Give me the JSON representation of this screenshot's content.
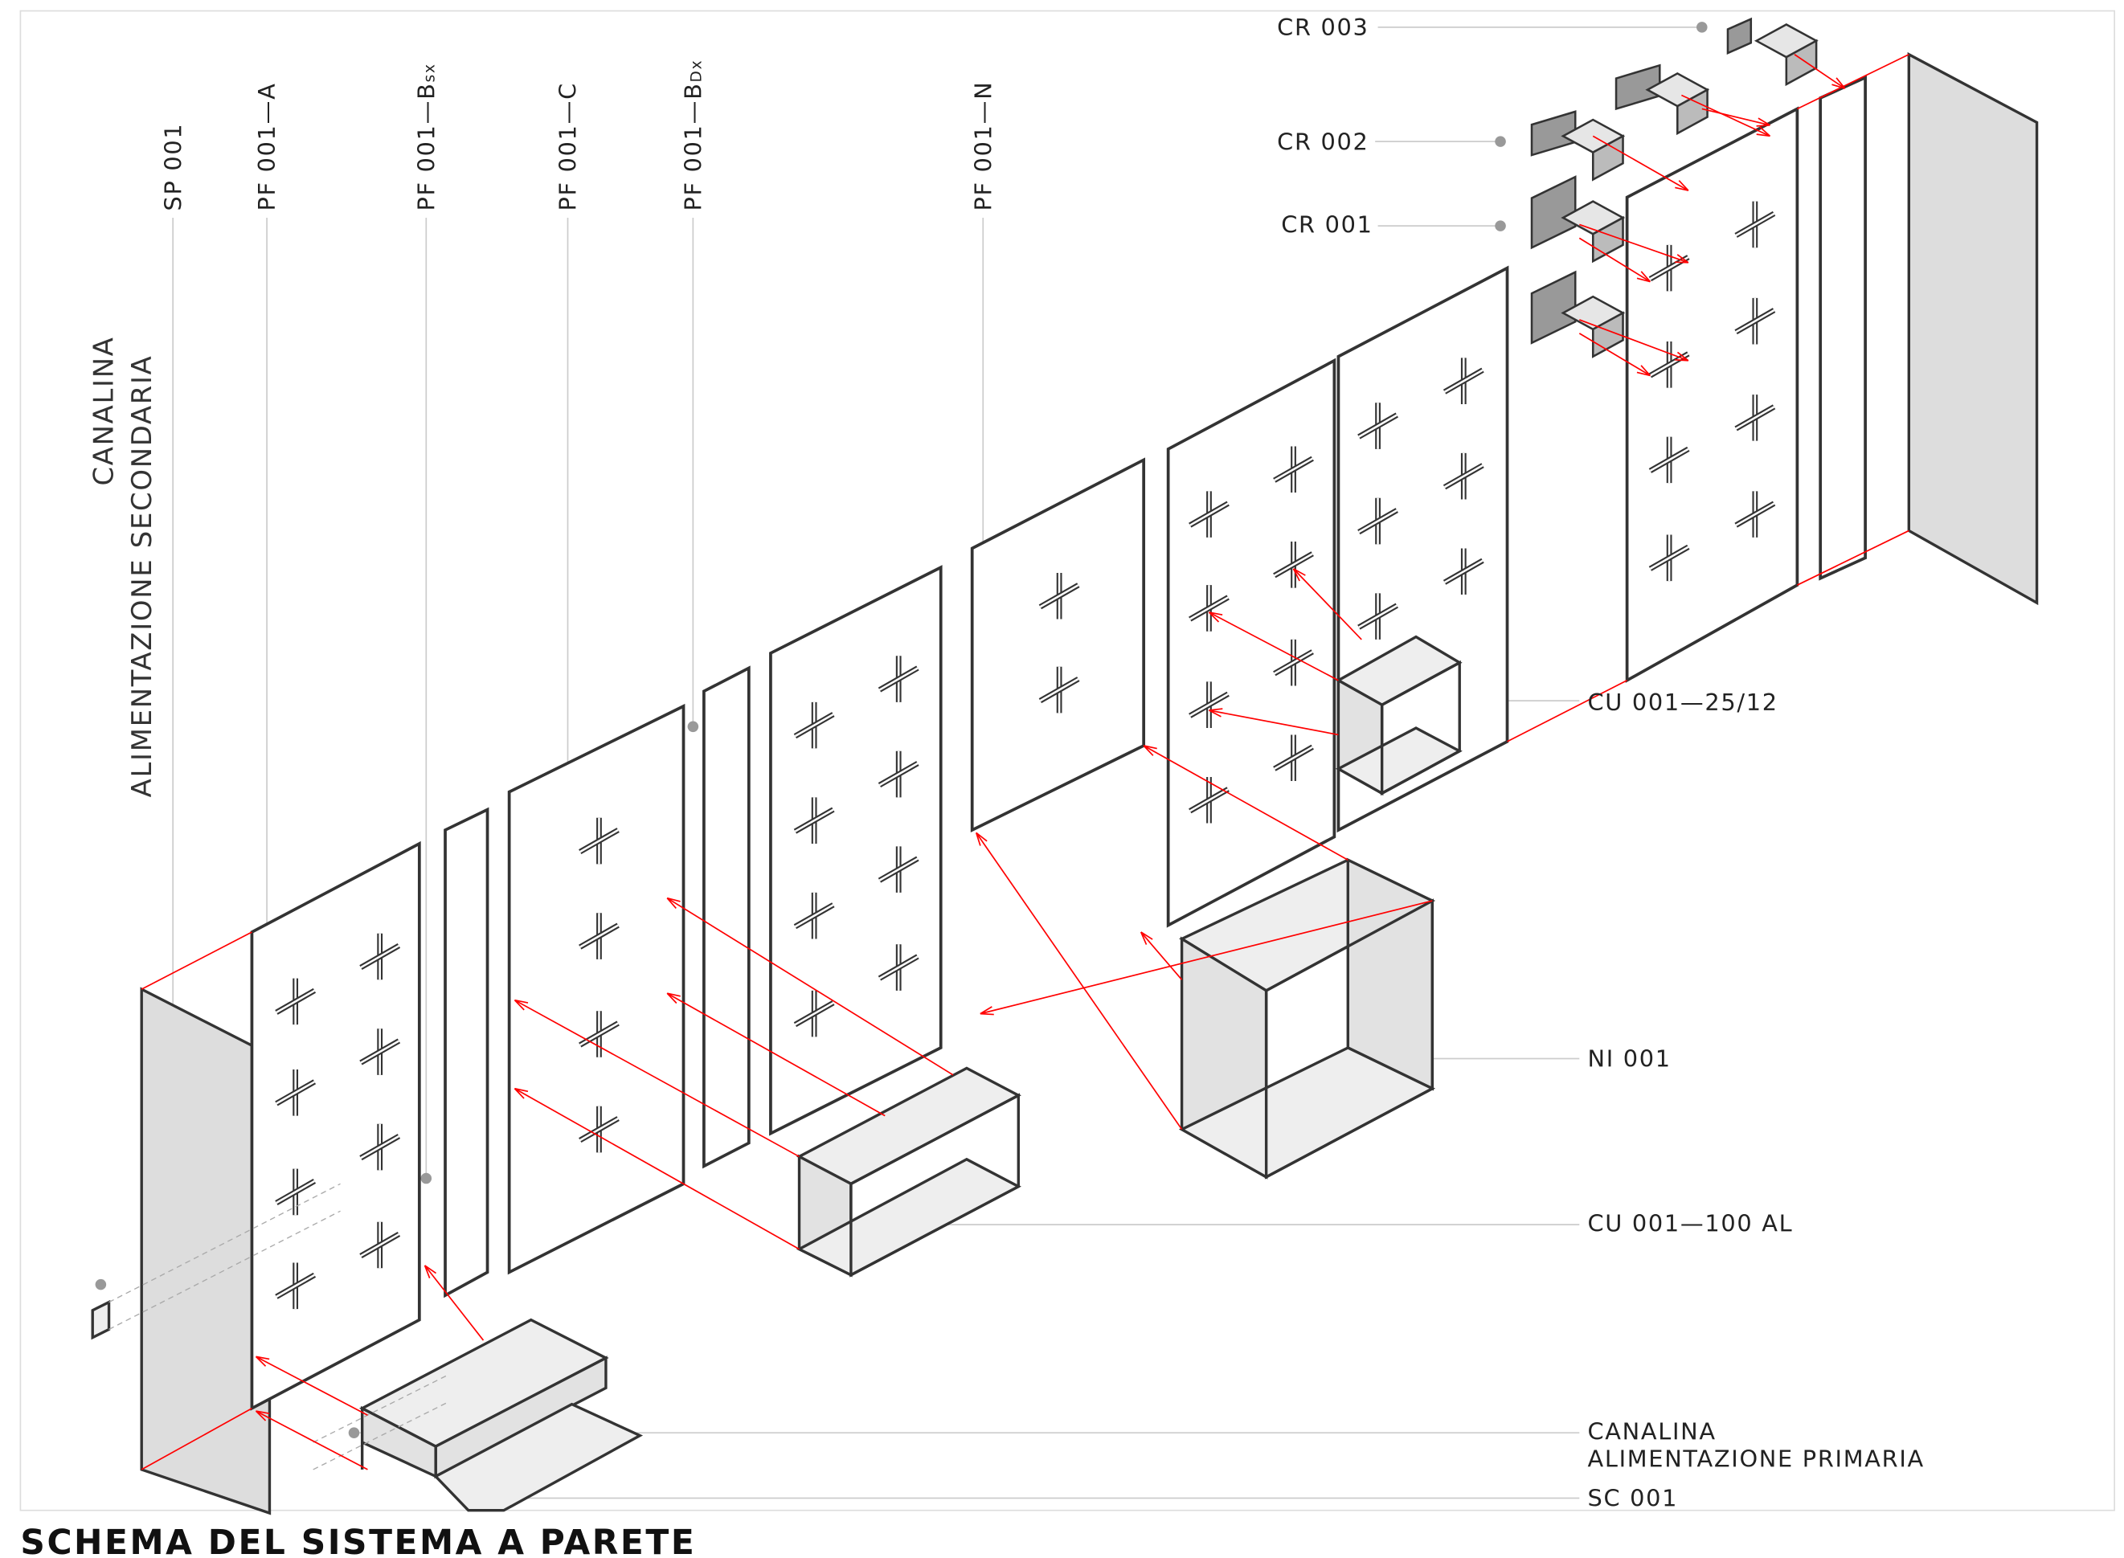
{
  "title": "SCHEMA DEL SISTEMA A PARETE",
  "top_labels": {
    "sp001": "SP 001",
    "pf001a": "PF 001—A",
    "pf001bsx": "PF 001—B",
    "pf001bsx_sub": "sx",
    "pf001c": "PF 001—C",
    "pf001bdx": "PF 001—B",
    "pf001bdx_sub": "Dx",
    "pf001n": "PF 001—N"
  },
  "left_labels": {
    "line1": "CANALINA",
    "line2": "ALIMENTAZIONE  SECONDARIA"
  },
  "cr_labels": {
    "cr003": "CR  003",
    "cr002": "CR  002",
    "cr001": "CR  001"
  },
  "right_labels": {
    "cu_25_12": "CU  001—25/12",
    "ni001": "NI  001",
    "cu_100_al": "CU  001—100  AL",
    "canalina_line1": "CANALINA",
    "canalina_line2": "ALIMENTAZIONE  PRIMARIA",
    "sc001": "SC  001"
  },
  "colors": {
    "arrow": "#ff0000",
    "panel_stroke": "#333333",
    "wall_fill": "#dddddd"
  }
}
